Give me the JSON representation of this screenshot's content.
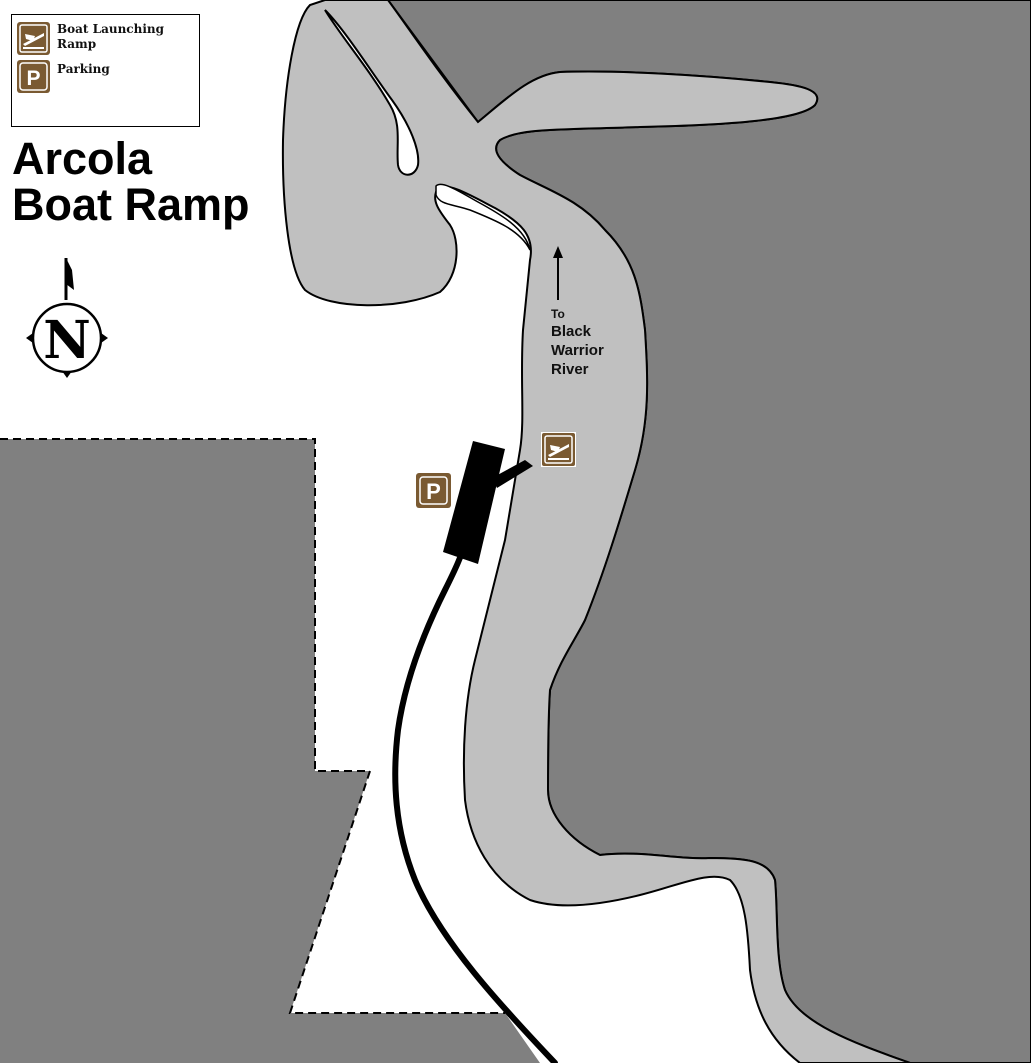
{
  "map": {
    "title_line1": "Arcola",
    "title_line2": "Boat Ramp",
    "north_letter": "N",
    "river_note": {
      "line1": "To",
      "line2": "Black",
      "line3": "Warrior",
      "line4": "River"
    },
    "colors": {
      "land_dark": "#808080",
      "water": "#c0c0c0",
      "open_land": "#ffffff",
      "road": "#000000",
      "sign_brown": "#7a5a32"
    }
  },
  "legend": {
    "items": [
      {
        "icon": "boat-launch-icon",
        "label": "Boat Launching Ramp"
      },
      {
        "icon": "parking-icon",
        "label": "Parking"
      }
    ]
  },
  "icons": {
    "parking_letter": "P"
  }
}
